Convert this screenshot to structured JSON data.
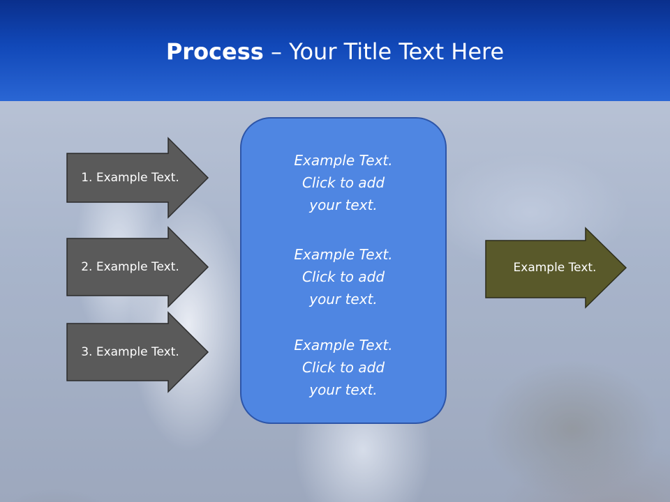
{
  "title": {
    "bold": "Process",
    "rest": " – Your Title Text Here"
  },
  "left_arrows": [
    {
      "label": "1. Example Text."
    },
    {
      "label": "2. Example Text."
    },
    {
      "label": "3. Example Text."
    }
  ],
  "center_box": {
    "paragraphs": [
      {
        "line1": "Example Text.",
        "line2": "Click  to add",
        "line3": "your text."
      },
      {
        "line1": "Example Text.",
        "line2": "Click  to add",
        "line3": "your text."
      },
      {
        "line1": "Example Text.",
        "line2": "Click  to add",
        "line3": "your text."
      }
    ]
  },
  "right_arrow": {
    "label": "Example Text."
  },
  "colors": {
    "title_band": "#1148b8",
    "left_arrow_fill": "#5a5a5a",
    "center_box_fill": "#4f86e2",
    "right_arrow_fill": "#59592a"
  }
}
